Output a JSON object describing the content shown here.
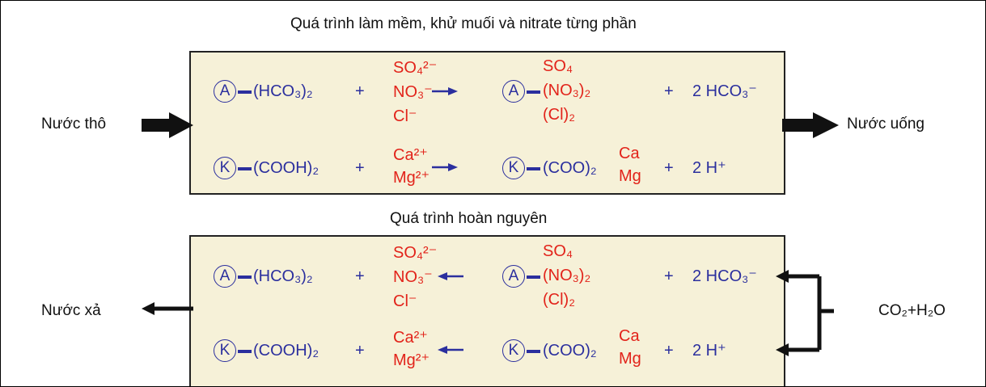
{
  "titles": {
    "forward": "Quá trình làm mềm, khử muối và nitrate từng phần",
    "regeneration": "Quá trình hoàn nguyên"
  },
  "labels": {
    "raw_water": "Nước thô",
    "drinking_water": "Nước uống",
    "waste_water": "Nước xả",
    "co2_h2o": "CO₂+H₂O"
  },
  "reaction": {
    "anion_resin": "A",
    "cation_resin": "K",
    "anion_group": "(HCO₃)₂",
    "cation_group": "(COOH)₂",
    "plus": "+",
    "anions_in": [
      "SO₄²⁻",
      "NO₃⁻",
      "Cl⁻"
    ],
    "cations_in": [
      "Ca²⁺",
      "Mg²⁺"
    ],
    "anions_bound": [
      "SO₄",
      "(NO₃)₂",
      "(Cl)₂"
    ],
    "cation_bound_group": "(COO)₂",
    "cations_bound": [
      "Ca",
      "Mg"
    ],
    "anion_product": "2 HCO₃⁻",
    "cation_product": "2 H⁺"
  },
  "colors": {
    "resin": "#2b2f9e",
    "ions": "#e2231a",
    "panel": "#f6f1d8",
    "arrow": "#111111"
  }
}
